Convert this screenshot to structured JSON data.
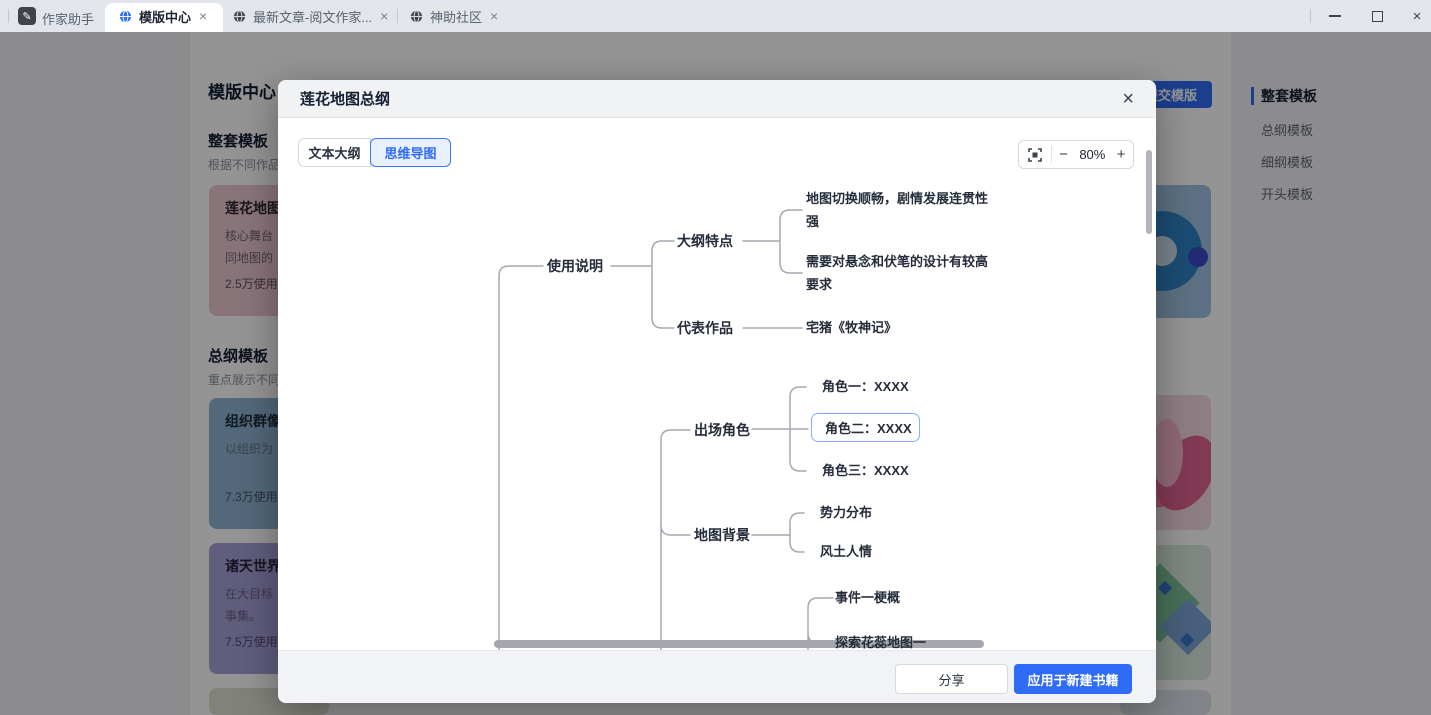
{
  "icons": {
    "close": "×",
    "minus": "−",
    "plus": "+",
    "pen": "✎",
    "minimize": "—",
    "maximize": "□"
  },
  "titlebar": {
    "app_label": "作家助手",
    "tabs": [
      {
        "label": "模版中心",
        "active": true
      },
      {
        "label": "最新文章-阅文作家...",
        "active": false
      },
      {
        "label": "神助社区",
        "active": false
      }
    ]
  },
  "background": {
    "page_title": "模版中心",
    "sections": [
      {
        "title": "整套模板",
        "subtitle": "根据不同作品"
      },
      {
        "title": "总纲模板",
        "subtitle": "重点展示不同"
      }
    ],
    "cards": [
      {
        "title": "莲花地图",
        "line1": "核心舞台",
        "line2": "同地图的",
        "usage": "2.5万使用",
        "color": "#ecc8d3"
      },
      {
        "title": "组织群像",
        "line1": "以组织为",
        "line2": "",
        "usage": "7.3万使用",
        "color": "#8fb3d2"
      },
      {
        "title": "诸天世界",
        "line1": "在大目标",
        "line2": "事集。",
        "usage": "7.5万使用",
        "color": "#a5a1d8"
      }
    ],
    "submit_button": "提交模版",
    "right_nav": [
      {
        "label": "整套模板",
        "active": true
      },
      {
        "label": "总纲模板",
        "active": false
      },
      {
        "label": "细纲模板",
        "active": false
      },
      {
        "label": "开头模板",
        "active": false
      }
    ]
  },
  "modal": {
    "title": "莲花地图总纲",
    "view_tabs": [
      {
        "label": "文本大纲",
        "active": false
      },
      {
        "label": "思维导图",
        "active": true
      }
    ],
    "zoom_level": "80%",
    "footer": {
      "share": "分享",
      "apply": "应用于新建书籍"
    },
    "mindmap": {
      "nodes": [
        {
          "label": "使用说明"
        },
        {
          "label": "大纲特点"
        },
        {
          "label": "地图切换顺畅，剧情发展连贯性强"
        },
        {
          "label": "需要对悬念和伏笔的设计有较高要求"
        },
        {
          "label": "代表作品"
        },
        {
          "label": "宅猪《牧神记》"
        },
        {
          "label": "出场角色"
        },
        {
          "label": "角色一：XXXX"
        },
        {
          "label": "角色二：XXXX",
          "selected": true
        },
        {
          "label": "角色三：XXXX"
        },
        {
          "label": "地图背景"
        },
        {
          "label": "势力分布"
        },
        {
          "label": "风土人情"
        },
        {
          "label": "事件一梗概"
        },
        {
          "label": "探索花蕊地图一"
        }
      ]
    }
  },
  "colors": {
    "accent_blue": "#2f6cf6",
    "selected_node_border": "#85b0f7",
    "connector": "#a5a9b0"
  }
}
